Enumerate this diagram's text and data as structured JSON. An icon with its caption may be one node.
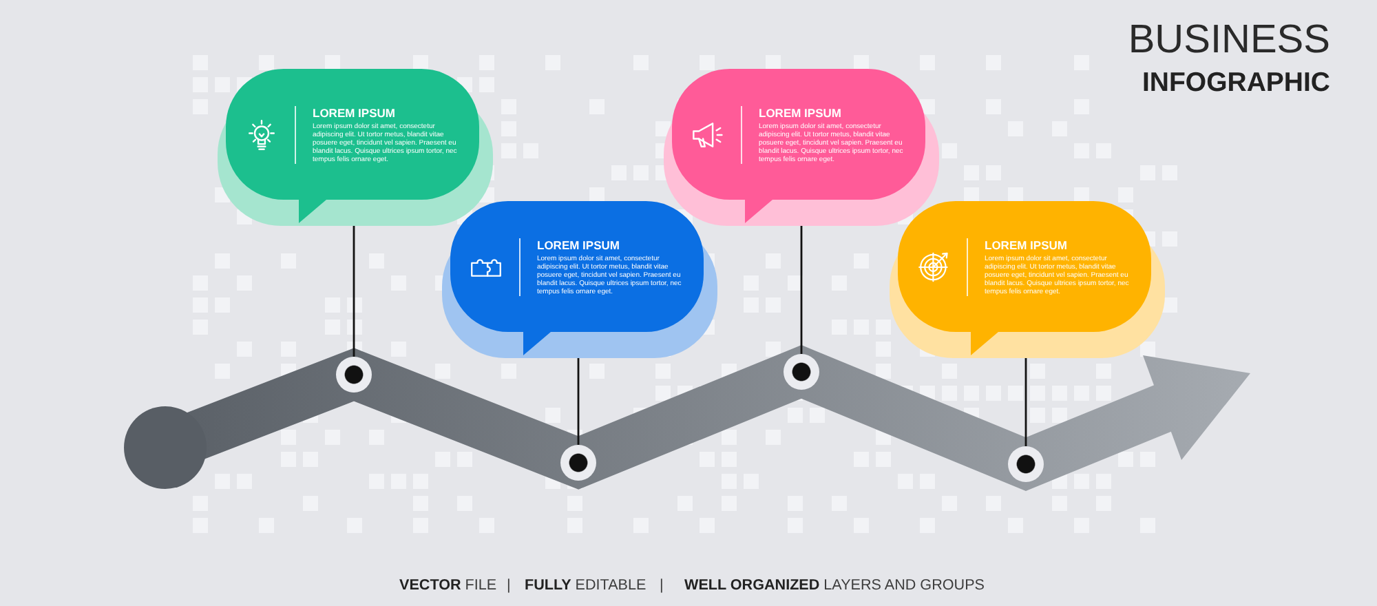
{
  "diagram": {
    "title": "BUSINESS **INFOGRAPHIC**",
    "nodes": [
      {
        "text": [
          "LOREM IPSUM",
          "Lorem ipsum dolor sit amet, consectetur adipiscing elit. Ut tortor metus, blandit vitae posuere eget, tincidunt vel sapien. Praesent eu blandit lacus. Quisque ultrices ipsum tortor, nec tempus felis ornare eget."
        ]
      },
      {
        "text": [
          "LOREM IPSUM",
          "Lorem ipsum dolor sit amet, consectetur adipiscing elit. Ut tortor metus, blandit vitae posuere eget, tincidunt vel sapien. Praesent eu blandit lacus. Quisque ultrices ipsum tortor, nec tempus felis ornare eget."
        ]
      },
      {
        "text": [
          "LOREM IPSUM",
          "Lorem ipsum dolor sit amet, consectetur adipiscing elit. Ut tortor metus, blandit vitae posuere eget, tincidunt vel sapien. Praesent eu blandit lacus. Quisque ultrices ipsum tortor, nec tempus felis ornare eget."
        ]
      },
      {
        "text": [
          "LOREM IPSUM",
          "Lorem ipsum dolor sit amet, consectetur adipiscing elit. Ut tortor metus, blandit vitae posuere eget, tincidunt vel sapien. Praesent eu blandit lacus. Quisque ultrices ipsum tortor, nec tempus felis ornare eget."
        ]
      },
      {
        "text": [],
        "shape": "circle"
      },
      {
        "text": [],
        "shape": "circle"
      },
      {
        "text": [],
        "shape": "circle"
      },
      {
        "text": [],
        "shape": "circle"
      }
    ],
    "edges": [
      {
        "from": 0,
        "to": 4,
        "arrow": "none"
      },
      {
        "from": 1,
        "to": 5,
        "arrow": "none"
      },
      {
        "from": 2,
        "to": 6,
        "arrow": "none"
      },
      {
        "from": 3,
        "to": 7,
        "arrow": "none"
      }
    ],
    "labels": [
      "**VECTOR** FILE",
      "|",
      "**FULLY** EDITABLE",
      "|",
      "**WELL ORGANIZED** LAYERS AND GROUPS"
    ]
  }
}
